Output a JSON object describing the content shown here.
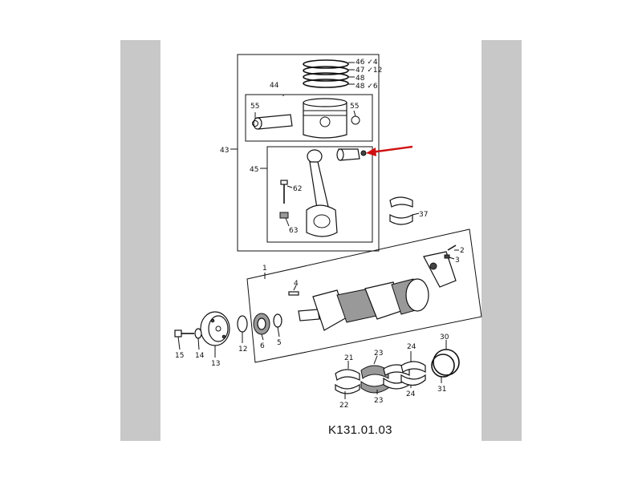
{
  "diagram": {
    "code": "K131.01.03",
    "labels": {
      "p46": "46 ✓4",
      "p47": "47 ✓12",
      "p48a": "48",
      "p48b": "48 ✓6",
      "p44": "44",
      "p55a": "55",
      "p55b": "55",
      "p43": "43",
      "p45": "45",
      "p62": "62",
      "p63": "63",
      "p37": "37",
      "p1": "1",
      "p2": "2",
      "p3": "3",
      "p4": "4",
      "p5": "5",
      "p6": "6",
      "p12": "12",
      "p13": "13",
      "p14": "14",
      "p15": "15",
      "p21": "21",
      "p22": "22",
      "p23a": "23",
      "p23b": "23",
      "p24a": "24",
      "p24b": "24",
      "p30": "30",
      "p31": "31"
    },
    "colors": {
      "arrow": "#d01010",
      "side_panels": "#c8c8c8",
      "ink": "#111111"
    }
  }
}
